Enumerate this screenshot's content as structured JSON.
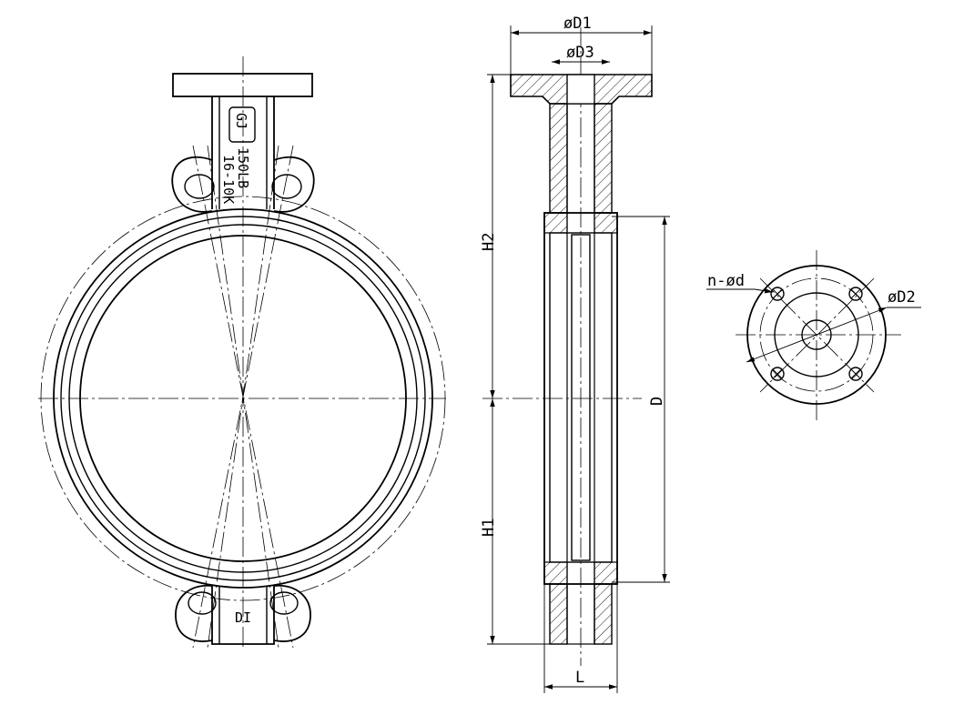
{
  "dimensions": {
    "d1": "øD1",
    "d3": "øD3",
    "d2": "øD2",
    "holes": "n-ød",
    "h1": "H1",
    "h2": "H2",
    "d": "D",
    "l": "L"
  },
  "body_markings": {
    "logo": "GJ",
    "class_rating": "150LB",
    "pressure_rating": "16-10K",
    "bottom_mark": "DI"
  }
}
